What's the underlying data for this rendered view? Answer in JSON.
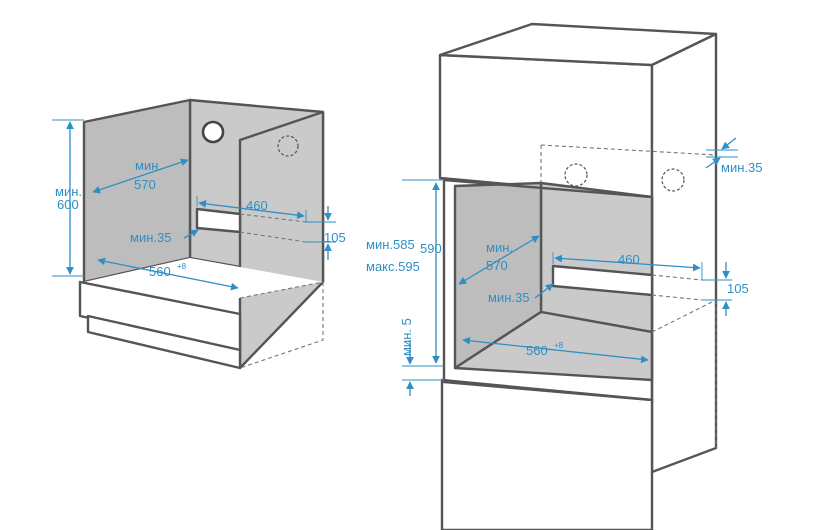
{
  "colors": {
    "dimension": "#2e8fc4",
    "panel": "#cacaca",
    "outline": "#555555"
  },
  "left_cabinet": {
    "height_label_1": "мин.",
    "height_label_2": "600",
    "depth_label_1": "мин.",
    "depth_label_2": "570",
    "vent_width_label": "460",
    "vent_height_label": "105",
    "vent_offset_label": "мин.35",
    "width_label": "560",
    "width_tolerance": "+8"
  },
  "right_cabinet": {
    "min_height_label": "мин.585",
    "max_height_label": "макс.595",
    "height_label": "590",
    "depth_label_1": "мин.",
    "depth_label_2": "570",
    "vent_width_label": "460",
    "vent_height_label": "105",
    "vent_offset_label": "мин.35",
    "width_label": "560",
    "width_tolerance": "+8",
    "gap_label": "мин. 5",
    "top_clearance_label": "мин.35"
  }
}
